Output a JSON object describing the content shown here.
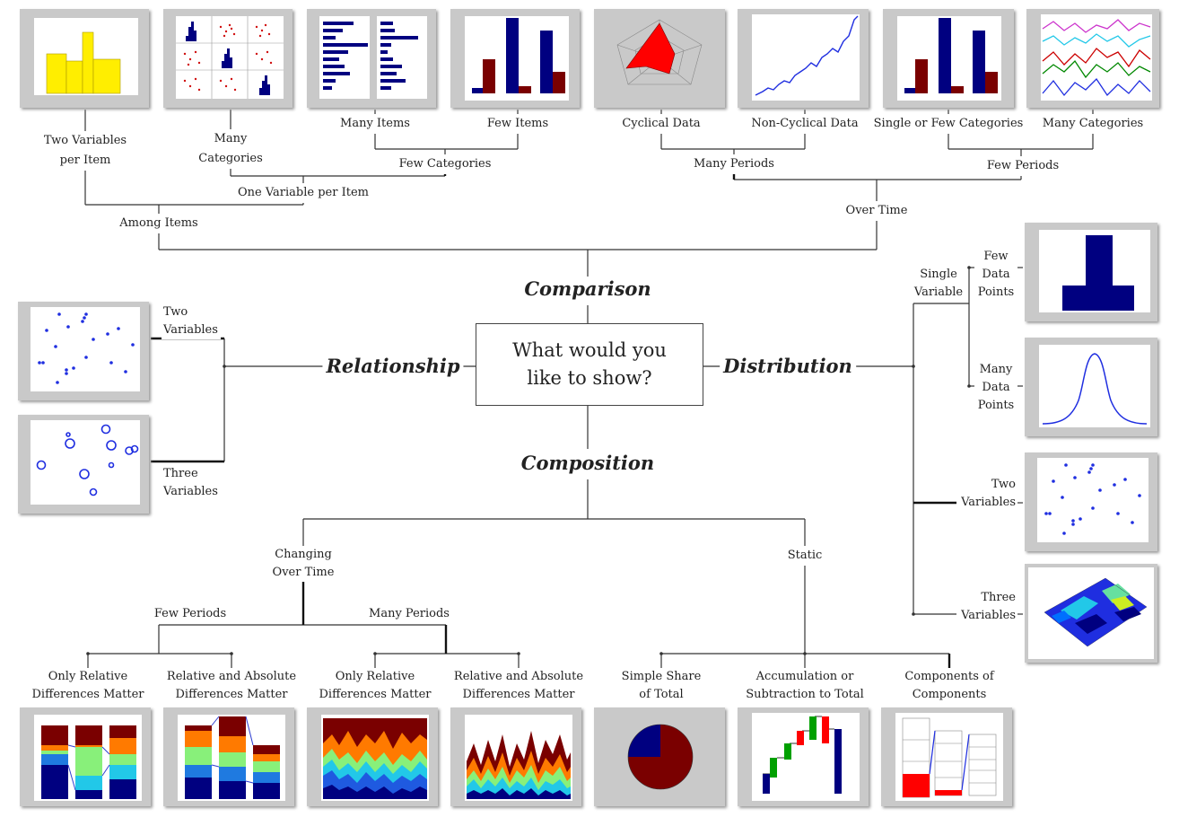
{
  "center_question": "What would you like to show?",
  "categories": {
    "comparison": "Comparison",
    "relationship": "Relationship",
    "distribution": "Distribution",
    "composition": "Composition"
  },
  "comparison": {
    "among_items": "Among Items",
    "over_time": "Over Time",
    "two_variables_per_item": "Two Variables per Item",
    "one_variable_per_item": "One Variable per Item",
    "many_categories_left": "Many Categories",
    "few_categories": "Few Categories",
    "many_items": "Many Items",
    "few_items": "Few Items",
    "many_periods": "Many Periods",
    "few_periods": "Few Periods",
    "cyclical_data": "Cyclical Data",
    "non_cyclical_data": "Non-Cyclical Data",
    "single_or_few_categories": "Single or Few Categories",
    "many_categories_right": "Many Categories"
  },
  "relationship": {
    "two_variables": "Two Variables",
    "three_variables": "Three Variables"
  },
  "distribution": {
    "single_variable": "Single Variable",
    "few_data_points": "Few Data Points",
    "many_data_points": "Many Data Points",
    "two_variables": "Two Variables",
    "three_variables": "Three Variables"
  },
  "composition": {
    "changing_over_time": "Changing Over Time",
    "static": "Static",
    "few_periods": "Few Periods",
    "many_periods": "Many Periods",
    "only_relative_1": "Only Relative Differences Matter",
    "relative_absolute_1": "Relative and Absolute Differences Matter",
    "only_relative_2": "Only Relative Differences Matter",
    "relative_absolute_2": "Relative and Absolute Differences Matter",
    "simple_share": "Simple Share of Total",
    "accumulation": "Accumulation or Subtraction to Total",
    "components": "Components of Components"
  },
  "colors": {
    "navy": "#000080",
    "dark_red": "#7a0000",
    "yellow": "#ffee00",
    "red": "#ff0000",
    "blue": "#1f2ee0",
    "green": "#00a000",
    "orange": "#ff7a00",
    "light_green": "#88f07a",
    "cyan": "#22d8ee",
    "thumb_bg": "#c9c9c9"
  }
}
